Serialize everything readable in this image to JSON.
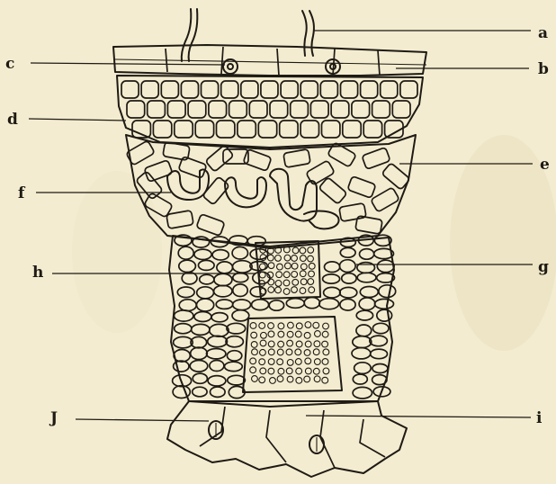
{
  "figure": {
    "background": "#f3ecd0",
    "ink": "#1e1a14"
  },
  "labels": {
    "a": "a",
    "b": "b",
    "c": "c",
    "d": "d",
    "e": "e",
    "f": "f",
    "g": "g",
    "h": "h",
    "i": "i",
    "j": "J"
  }
}
